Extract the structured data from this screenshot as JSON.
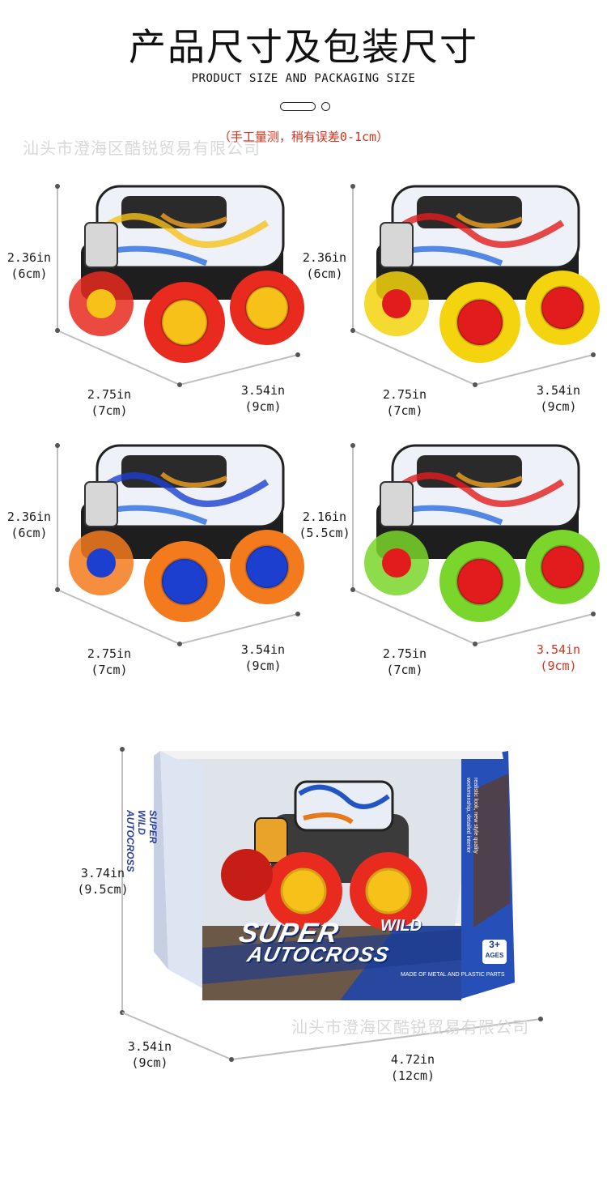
{
  "header": {
    "title_cn": "产品尺寸及包装尺寸",
    "title_en": "PRODUCT SIZE AND PACKAGING SIZE",
    "note": "（手工量测，稍有误差0-1cm）"
  },
  "watermark": "汕头市澄海区酷锐贸易有限公司",
  "cars": [
    {
      "height": "2.36in",
      "height_cm": "(6cm)",
      "width": "2.75in",
      "width_cm": "(7cm)",
      "length": "3.54in",
      "length_cm": "(9cm)",
      "tire_color": "#e82a1f",
      "hub_color": "#f6c21a"
    },
    {
      "height": "2.36in",
      "height_cm": "(6cm)",
      "width": "2.75in",
      "width_cm": "(7cm)",
      "length": "3.54in",
      "length_cm": "(9cm)",
      "tire_color": "#f3d40e",
      "hub_color": "#e21c1c"
    },
    {
      "height": "2.36in",
      "height_cm": "(6cm)",
      "width": "2.75in",
      "width_cm": "(7cm)",
      "length": "3.54in",
      "length_cm": "(9cm)",
      "tire_color": "#f47a1e",
      "hub_color": "#1d3fd0"
    },
    {
      "height": "2.16in",
      "height_cm": "(5.5cm)",
      "width": "2.75in",
      "width_cm": "(7cm)",
      "length": "3.54in",
      "length_cm": "(9cm)",
      "tire_color": "#7ad62a",
      "hub_color": "#e21c1c"
    }
  ],
  "package": {
    "height": "3.74in",
    "height_cm": "(9.5cm)",
    "depth": "3.54in",
    "depth_cm": "(9cm)",
    "width": "4.72in",
    "width_cm": "(12cm)",
    "brand_line1": "SUPER",
    "brand_line2": "WILD",
    "brand_line3": "AUTOCROSS",
    "side_brand1": "SUPER WILD",
    "side_brand2": "AUTOCROSS",
    "age": "3+",
    "age_label": "AGES",
    "material": "MADE OF METAL AND PLASTIC PARTS",
    "side_text1": "realistic look, new style quality",
    "side_text2": "workmanship, detailed interior"
  }
}
